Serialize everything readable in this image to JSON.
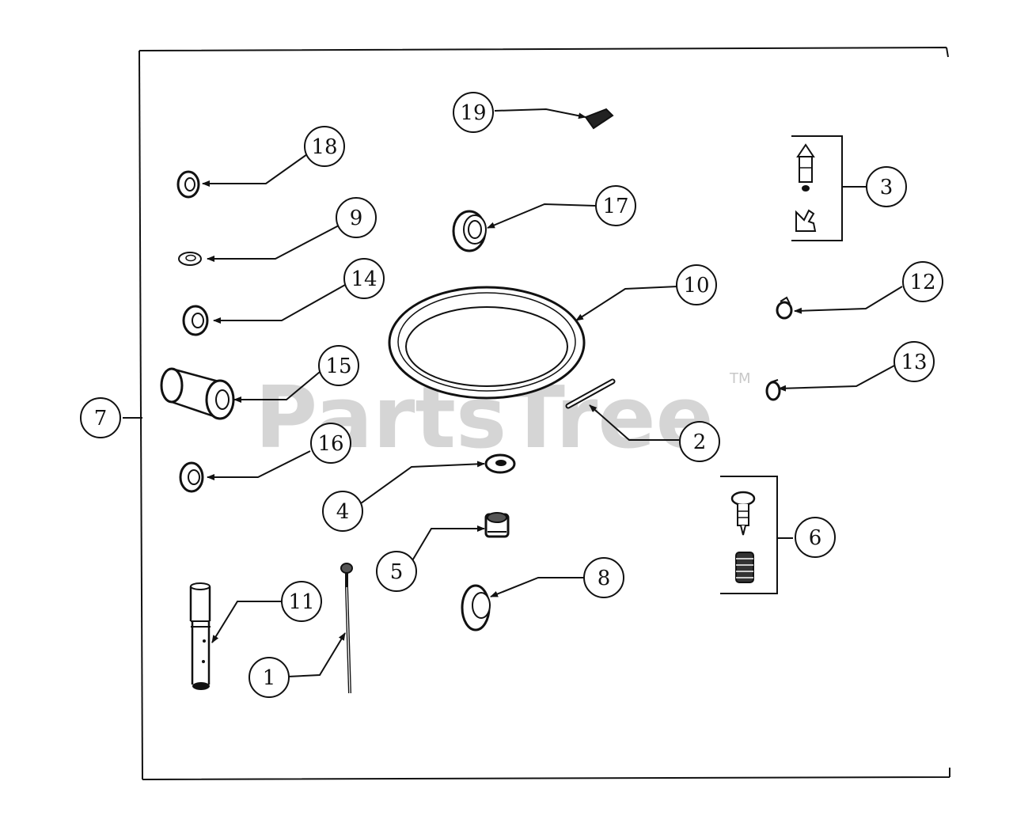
{
  "watermark": {
    "text": "PartsTree",
    "tm": "TM"
  },
  "callouts": [
    {
      "id": "c19",
      "label": "19"
    },
    {
      "id": "c18",
      "label": "18"
    },
    {
      "id": "c17",
      "label": "17"
    },
    {
      "id": "c3",
      "label": "3"
    },
    {
      "id": "c9",
      "label": "9"
    },
    {
      "id": "c14",
      "label": "14"
    },
    {
      "id": "c10",
      "label": "10"
    },
    {
      "id": "c12",
      "label": "12"
    },
    {
      "id": "c15",
      "label": "15"
    },
    {
      "id": "c13",
      "label": "13"
    },
    {
      "id": "c7",
      "label": "7"
    },
    {
      "id": "c2",
      "label": "2"
    },
    {
      "id": "c16",
      "label": "16"
    },
    {
      "id": "c4",
      "label": "4"
    },
    {
      "id": "c6",
      "label": "6"
    },
    {
      "id": "c5",
      "label": "5"
    },
    {
      "id": "c8",
      "label": "8"
    },
    {
      "id": "c11",
      "label": "11"
    },
    {
      "id": "c1",
      "label": "1"
    }
  ]
}
